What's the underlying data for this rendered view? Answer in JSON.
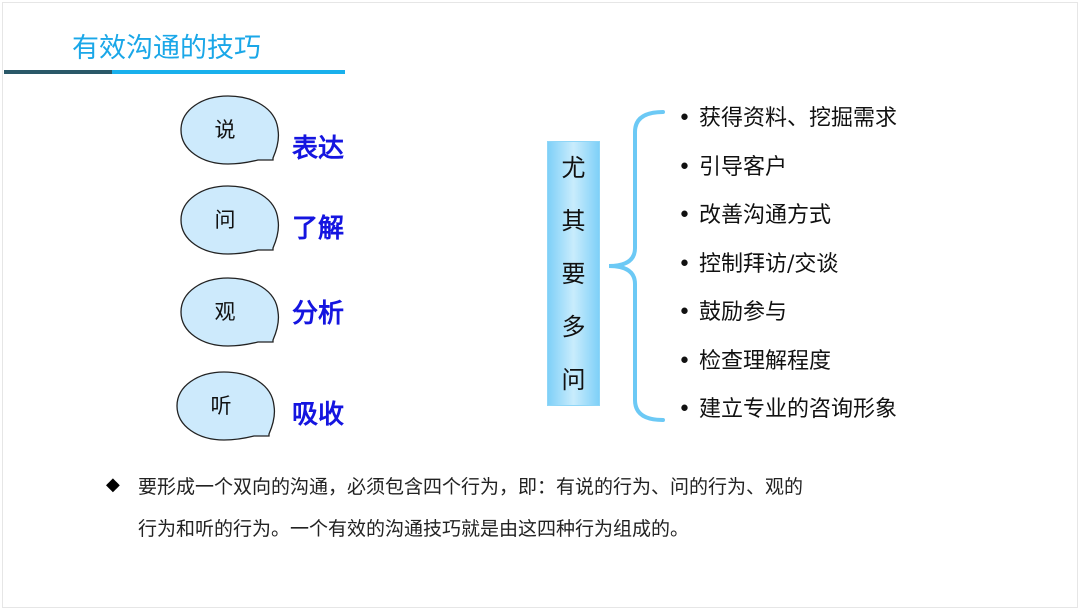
{
  "title": "有效沟通的技巧",
  "bubbles": [
    {
      "char": "说",
      "label": "表达"
    },
    {
      "char": "问",
      "label": "了解"
    },
    {
      "char": "观",
      "label": "分析"
    },
    {
      "char": "听",
      "label": "吸收"
    }
  ],
  "vertical": [
    "尤",
    "其",
    "要",
    "多",
    "问"
  ],
  "items": [
    "获得资料、挖掘需求",
    "引导客户",
    "改善沟通方式",
    "控制拜访/交谈",
    "鼓励参与",
    "检查理解程度",
    "建立专业的咨询形象"
  ],
  "note": {
    "line1": "要形成一个双向的沟通，必须包含四个行为，即：有说的行为、问的行为、观的",
    "line2": "行为和听的行为。一个有效的沟通技巧就是由这四种行为组成的。"
  },
  "bullet": "•",
  "diamond": "◆"
}
